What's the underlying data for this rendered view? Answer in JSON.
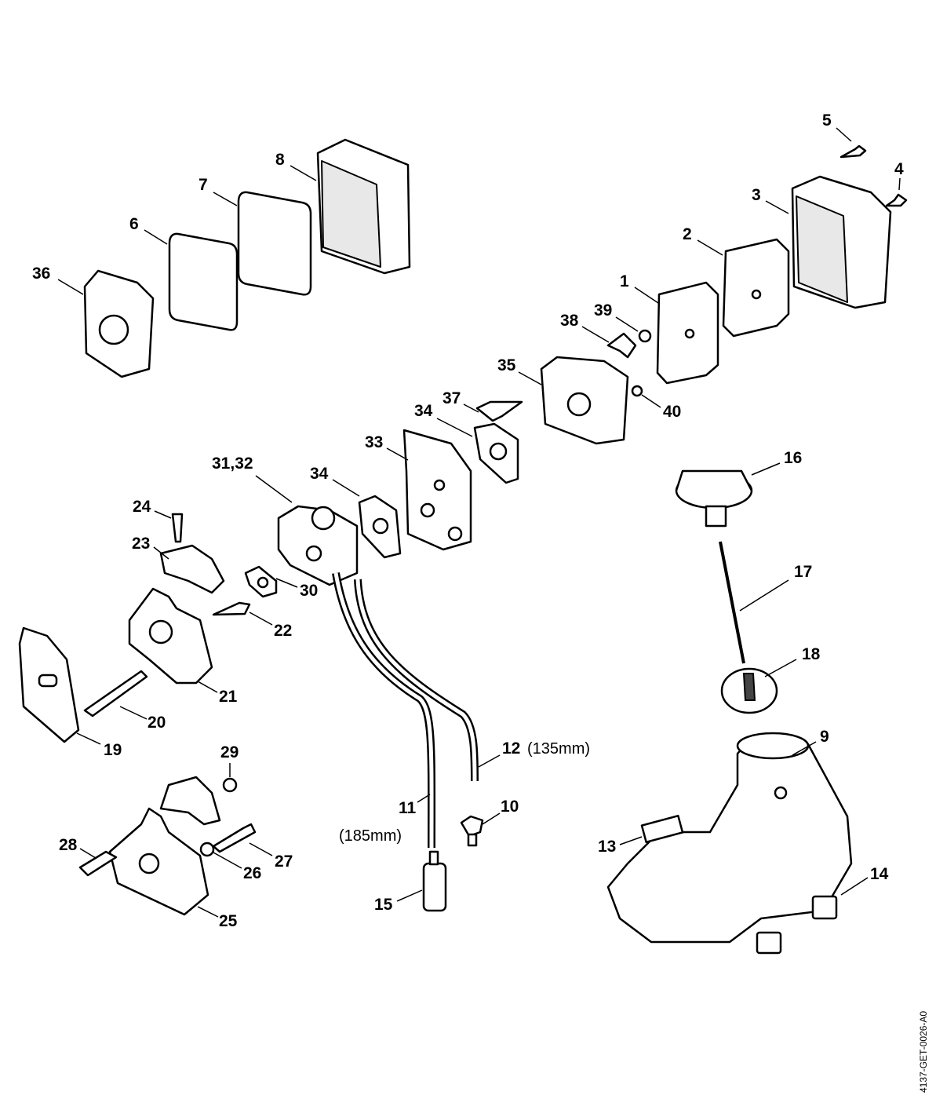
{
  "labels": [
    "1",
    "2",
    "3",
    "4",
    "5",
    "6",
    "7",
    "8",
    "9",
    "10",
    "11",
    "12",
    "13",
    "14",
    "15",
    "16",
    "17",
    "18",
    "19",
    "20",
    "21",
    "22",
    "23",
    "24",
    "25",
    "26",
    "27",
    "28",
    "29",
    "30",
    "31,32",
    "33",
    "34",
    "35",
    "36",
    "37",
    "38",
    "39",
    "40"
  ],
  "annotations": {
    "hose_11_length": "(185mm)",
    "hose_12_length": "(135mm)"
  },
  "drawing_reference": "4137-GET-0026-A0"
}
